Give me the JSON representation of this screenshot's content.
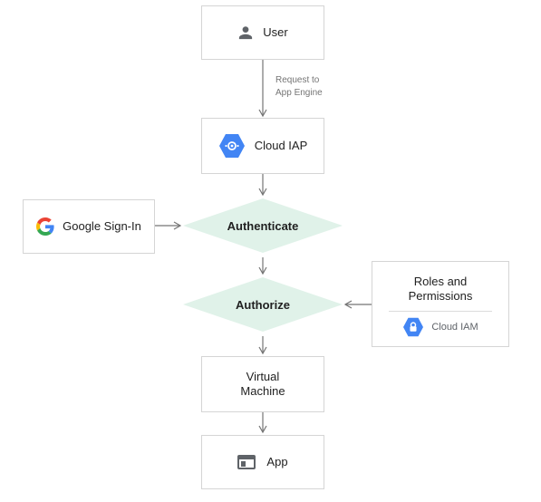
{
  "nodes": {
    "user": {
      "label": "User",
      "icon": "person-icon"
    },
    "cloud_iap": {
      "label": "Cloud IAP",
      "icon": "cloud-iap-hexagon-icon"
    },
    "google_signin": {
      "label": "Google Sign-In",
      "icon": "google-g-logo-icon"
    },
    "authenticate": {
      "label": "Authenticate"
    },
    "authorize": {
      "label": "Authorize"
    },
    "roles": {
      "title_line1": "Roles and",
      "title_line2": "Permissions",
      "sub_label": "Cloud IAM",
      "icon": "cloud-iam-hexagon-icon"
    },
    "vm": {
      "label_line1": "Virtual",
      "label_line2": "Machine"
    },
    "app": {
      "label": "App",
      "icon": "app-window-icon"
    }
  },
  "edges": {
    "user_to_iap": {
      "label_line1": "Request to",
      "label_line2": "App Engine"
    }
  },
  "colors": {
    "diamond_fill": "#e0f2e9",
    "box_border": "#d5d5d5",
    "arrow": "#757575",
    "gcp_blue": "#4285f4",
    "icon_gray": "#5f6368",
    "edge_label": "#757575"
  }
}
